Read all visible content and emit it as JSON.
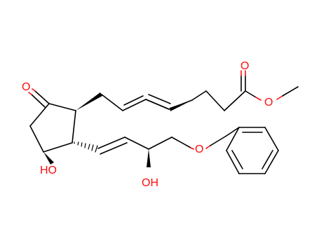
{
  "structure": {
    "atom_labels": [
      {
        "id": "ester-carbonyl-o",
        "text": "O"
      },
      {
        "id": "ester-bridge-o",
        "text": "O"
      },
      {
        "id": "ketone-o",
        "text": "O"
      },
      {
        "id": "ring-hydroxyl",
        "text": "HO"
      },
      {
        "id": "chain-hydroxyl",
        "text": "OH"
      },
      {
        "id": "ether-o",
        "text": "O"
      }
    ],
    "colors": {
      "bond": "#000000",
      "oxygen": "#ff0d0d",
      "background": "#ffffff"
    }
  }
}
